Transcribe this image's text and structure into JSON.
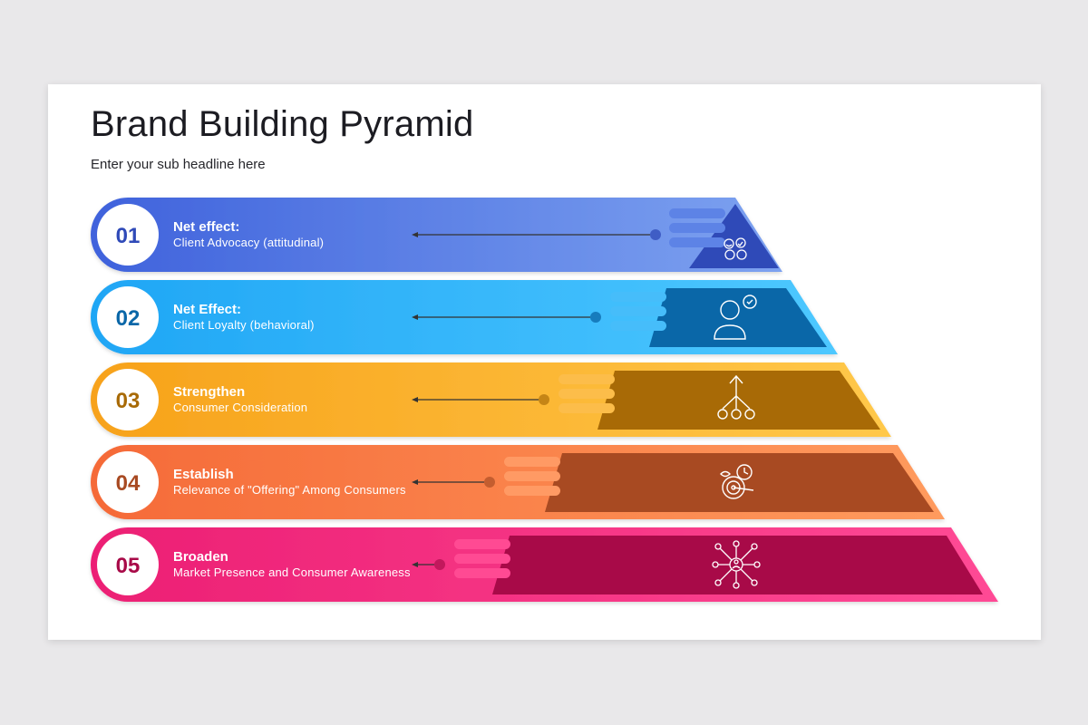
{
  "title": "Brand Building Pyramid",
  "subtitle": "Enter your sub headline here",
  "levels": [
    {
      "number": "01",
      "heading": "Net effect:",
      "description": "Client Advocacy (attitudinal)",
      "icon": "advocacy-icon",
      "color": "#4a6fe0",
      "dark": "#2f4ab8"
    },
    {
      "number": "02",
      "heading": "Net Effect:",
      "description": "Client Loyalty (behavioral)",
      "icon": "loyal-customer-icon",
      "color": "#2aa6f0",
      "dark": "#0a67a8"
    },
    {
      "number": "03",
      "heading": "Strengthen",
      "description": "Consumer Consideration",
      "icon": "growth-arrow-icon",
      "color": "#f5a81c",
      "dark": "#a86a06"
    },
    {
      "number": "04",
      "heading": "Establish",
      "description": "Relevance of \"Offering\" Among Consumers",
      "icon": "target-icon",
      "color": "#f47a3a",
      "dark": "#a84a22"
    },
    {
      "number": "05",
      "heading": "Broaden",
      "description": "Market Presence and Consumer Awareness",
      "icon": "network-icon",
      "color": "#ee2d7c",
      "dark": "#a80a48"
    }
  ]
}
